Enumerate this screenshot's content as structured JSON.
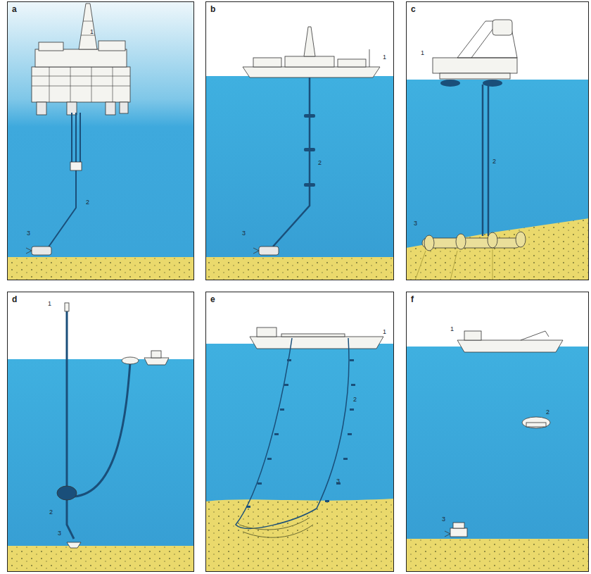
{
  "diagram": {
    "nodes": [
      {
        "text": [
          "a"
        ]
      },
      {
        "text": [
          "b"
        ]
      },
      {
        "text": [
          "c"
        ]
      },
      {
        "text": [
          "d"
        ]
      },
      {
        "text": [
          "e"
        ]
      },
      {
        "text": [
          "f"
        ]
      }
    ],
    "labels": [
      "1",
      "2",
      "3",
      "1",
      "2",
      "3",
      "1",
      "2",
      "3",
      "1",
      "2",
      "3",
      "1",
      "2",
      "3",
      "1",
      "2",
      "3"
    ]
  }
}
